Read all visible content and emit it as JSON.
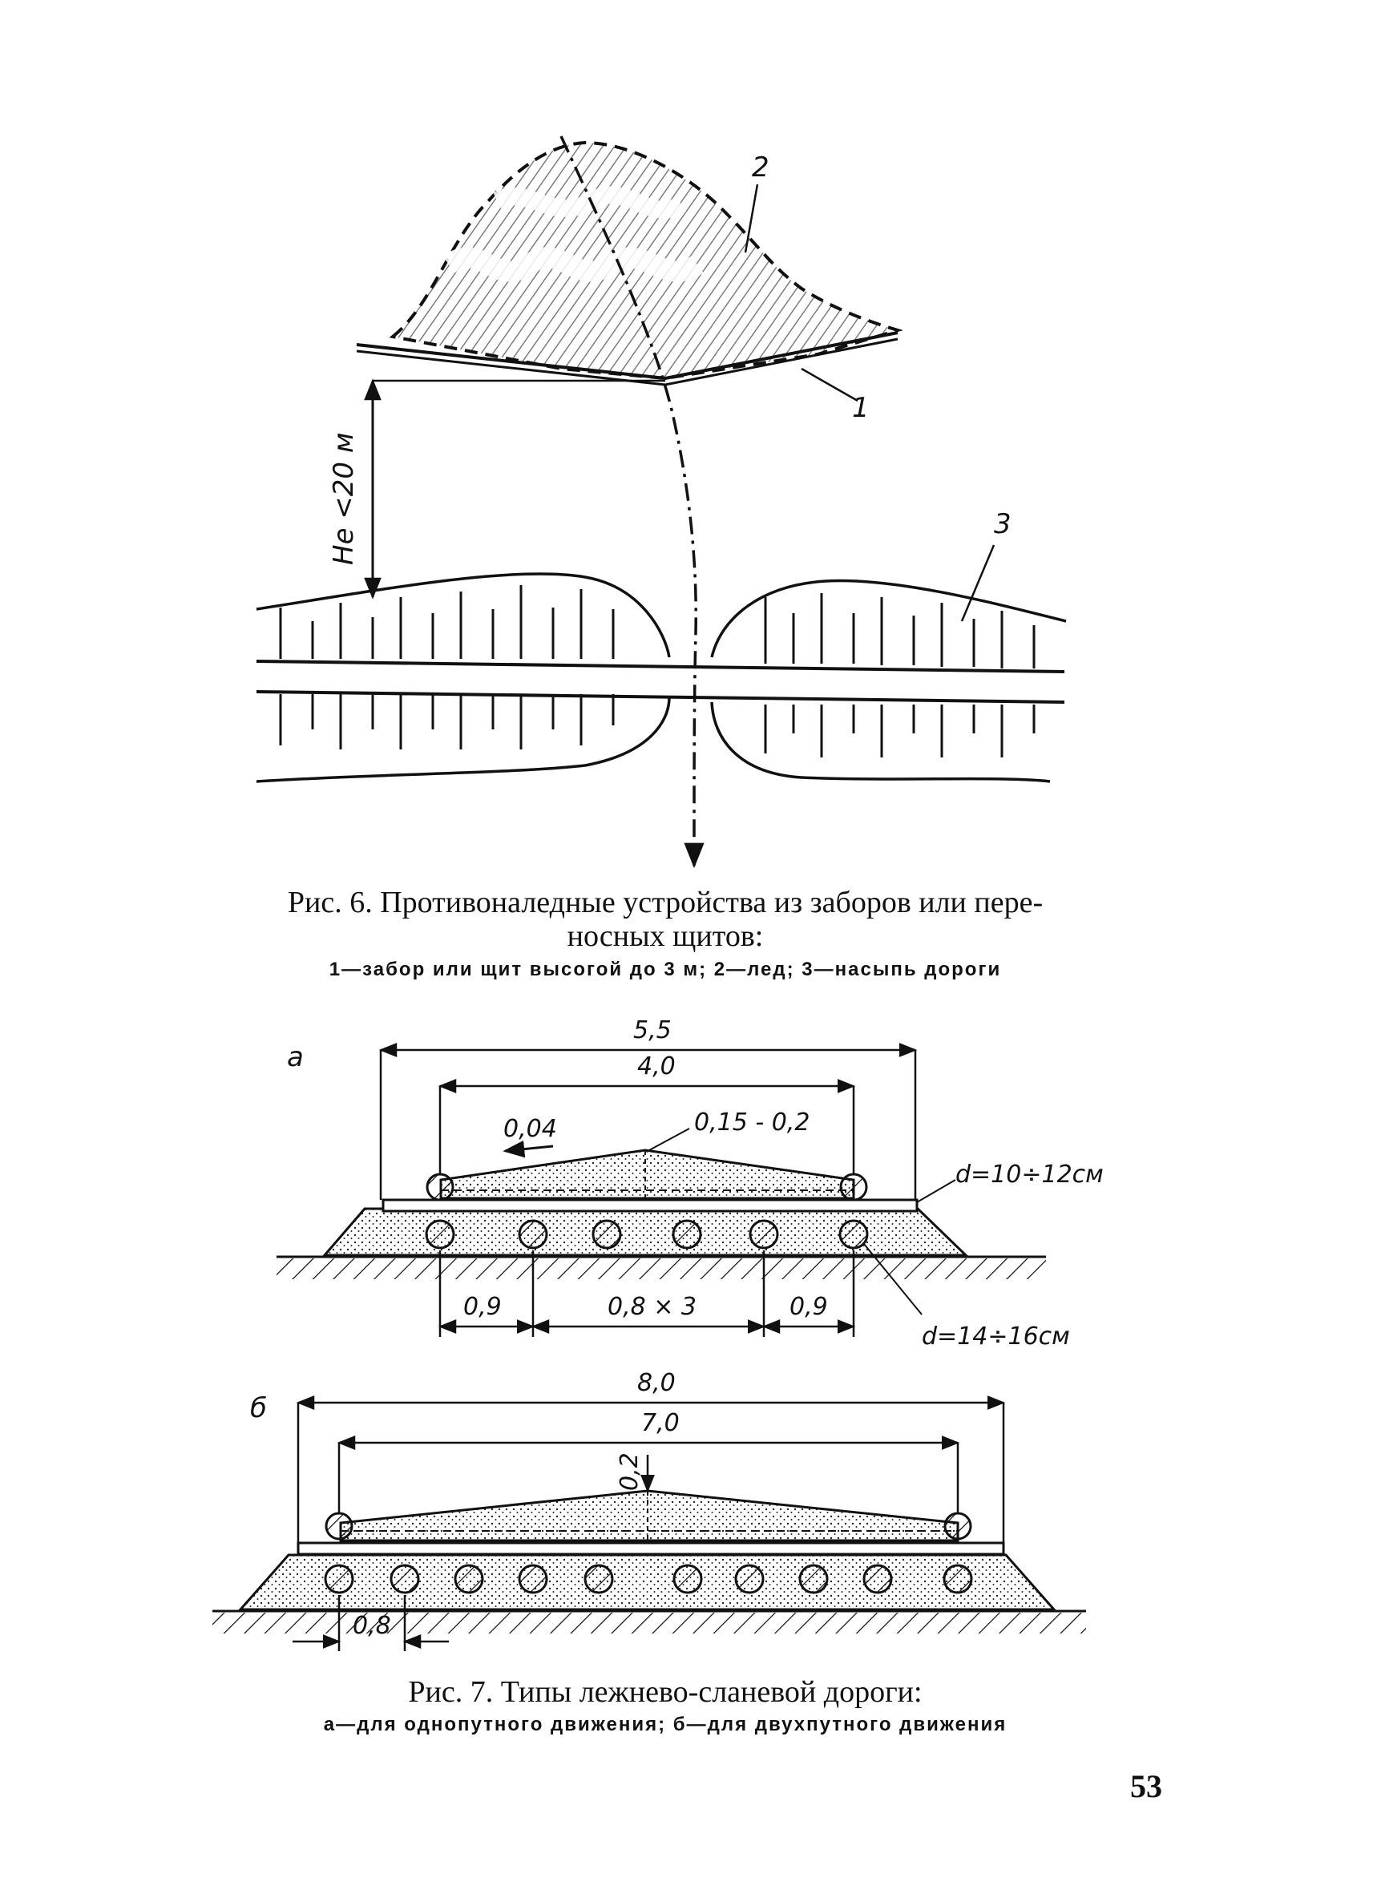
{
  "figure6": {
    "labels": {
      "fence": "1",
      "ice": "2",
      "embankment": "3"
    },
    "distance_label": "Не <20 м",
    "caption_title_1": "Рис. 6. Противоналедные устройства из заборов или пере-",
    "caption_title_2": "носных щитов:",
    "caption_legend": "1—забор или щит высогой до 3 м; 2—лед; 3—насыпь дороги"
  },
  "figure7": {
    "a": {
      "label": "а",
      "dim_total": "5,5",
      "dim_inner": "4,0",
      "slope": "0,04",
      "crown": "0,15 - 0,2",
      "d_top": "d=10÷12см",
      "d_bottom": "d=14÷16см",
      "span_left": "0,9",
      "span_mid": "0,8 × 3",
      "span_right": "0,9"
    },
    "b": {
      "label": "б",
      "dim_total": "8,0",
      "dim_inner": "7,0",
      "crown": "0,2",
      "span": "0,8"
    },
    "caption_title": "Рис. 7. Типы лежнево-сланевой дороги:",
    "caption_legend": "а—для однопутного движения; б—для двухпутного движения"
  },
  "page_number": "53"
}
